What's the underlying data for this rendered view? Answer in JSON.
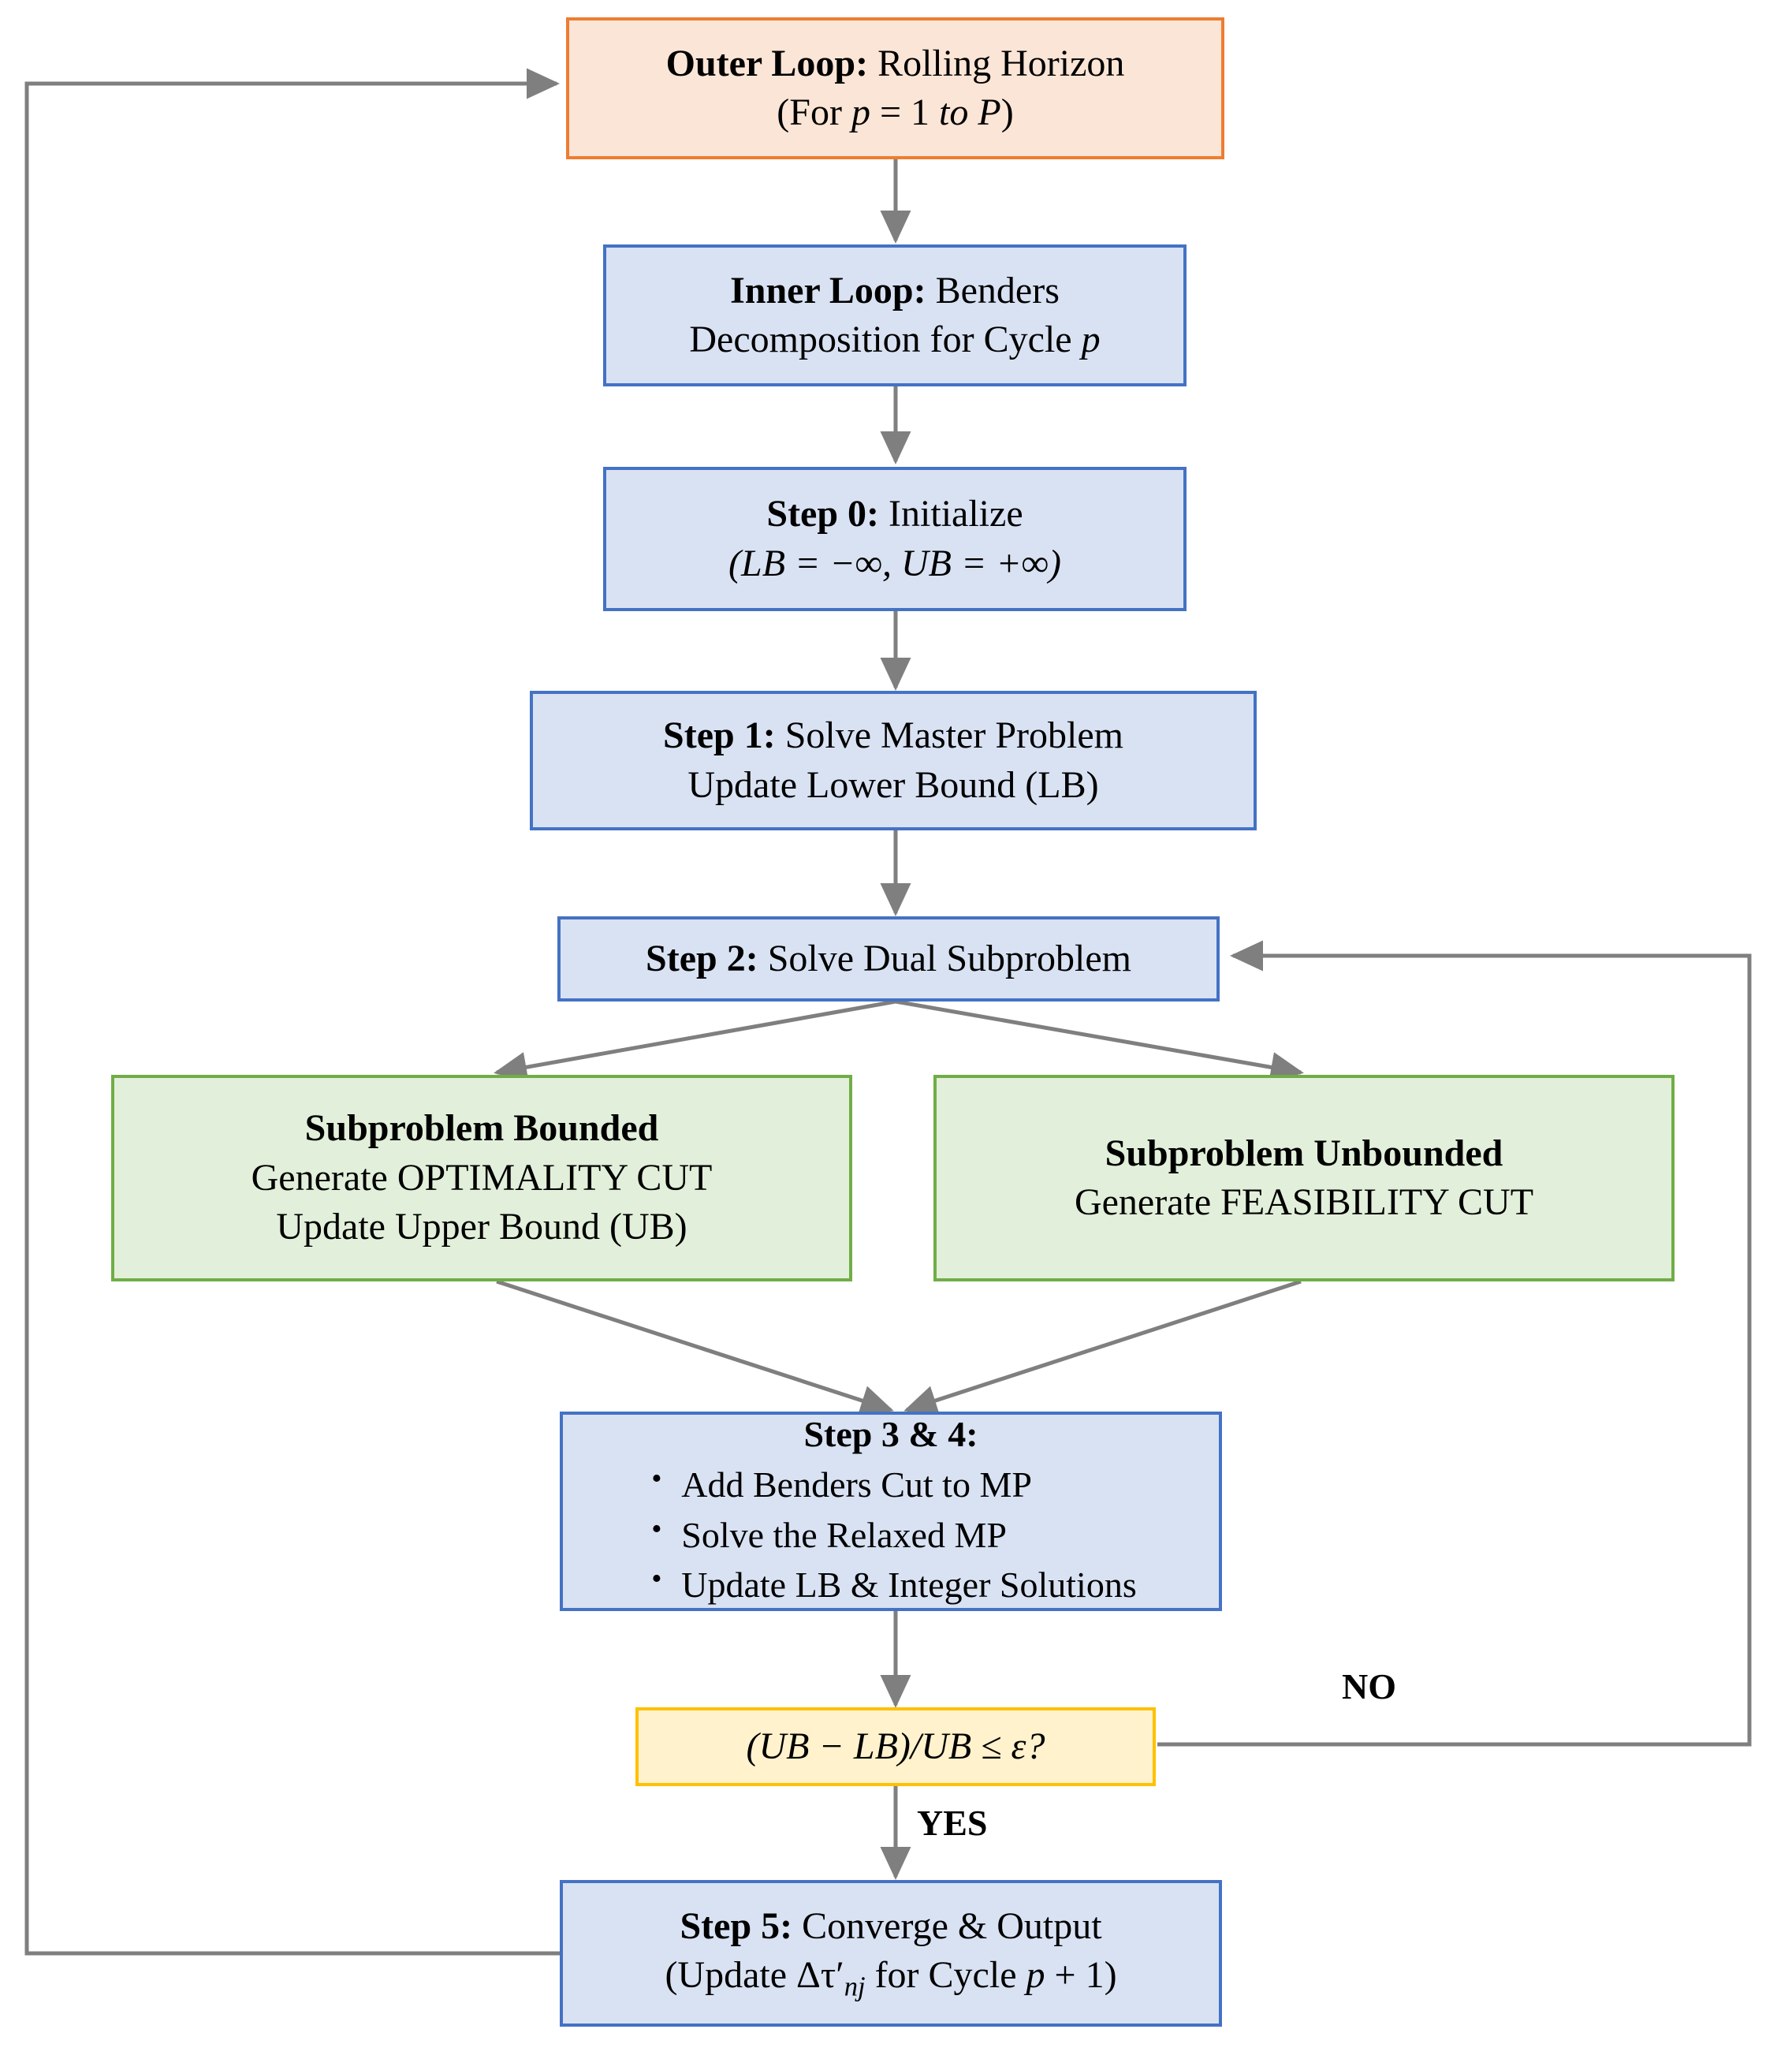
{
  "diagram": {
    "title": "Rolling Horizon Benders Decomposition Flowchart",
    "colors": {
      "orange_fill": "#FBE5D6",
      "orange_border": "#ED7D31",
      "blue_fill": "#D9E2F3",
      "blue_border": "#4472C4",
      "green_fill": "#E2EFDA",
      "green_border": "#70AD47",
      "yellow_fill": "#FFF2CC",
      "yellow_border": "#FFC000",
      "arrow": "#7F7F7F",
      "text": "#000000",
      "background": "#FFFFFF"
    }
  },
  "nodes": {
    "outer_loop": {
      "line1_bold": "Outer Loop:",
      "line1_rest": " Rolling Horizon",
      "line2_pre": "(For ",
      "line2_var": "p",
      "line2_mid": " = 1 ",
      "line2_to": "to",
      "line2_var2": " P",
      "line2_post": ")"
    },
    "inner_loop": {
      "line1_bold": "Inner Loop:",
      "line1_rest": " Benders",
      "line2_rest": "Decomposition for Cycle ",
      "line2_var": "p"
    },
    "step0": {
      "line1_bold": "Step 0:",
      "line1_rest": " Initialize",
      "line2": "(LB  =  −∞, UB  =  +∞)"
    },
    "step1": {
      "line1_bold": "Step 1:",
      "line1_rest": " Solve Master Problem",
      "line2": "Update Lower Bound (LB)"
    },
    "step2": {
      "line1_bold": "Step 2:",
      "line1_rest": " Solve Dual Subproblem"
    },
    "subproblem_bounded": {
      "line1_bold": "Subproblem Bounded",
      "line2": "Generate OPTIMALITY CUT",
      "line3": "Update Upper Bound (UB)"
    },
    "subproblem_unbounded": {
      "line1_bold": "Subproblem Unbounded",
      "line2": "Generate FEASIBILITY CUT"
    },
    "step34": {
      "heading_bold": "Step 3 & 4:",
      "bullets": [
        "Add Benders Cut to MP",
        "Solve the Relaxed MP",
        "Update LB & Integer Solutions"
      ]
    },
    "decision": {
      "text": "(UB − LB)/UB ≤ ε?"
    },
    "step5": {
      "line1_bold": "Step 5:",
      "line1_rest": " Converge & Output",
      "line2_pre": "(Update Δτ′",
      "line2_sub": "nj",
      "line2_mid": " for Cycle  ",
      "line2_var": "p",
      "line2_post": " + 1)"
    }
  },
  "edge_labels": {
    "no": "NO",
    "yes": "YES"
  }
}
